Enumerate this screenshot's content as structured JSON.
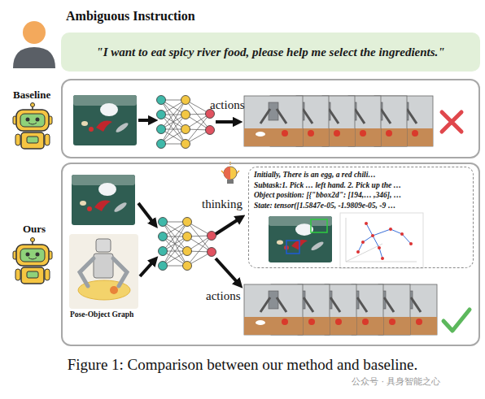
{
  "diagram": {
    "caption": "Figure 1: Comparison between our method and baseline.",
    "nodes": [
      {
        "text": [
          "Ambiguous Instruction",
          "\"I want to eat spicy river food, please help me select the ingredients.\""
        ]
      },
      {
        "text": [
          "Baseline"
        ]
      },
      {
        "text": [
          "Ours"
        ]
      },
      {
        "text": [
          "Initially, There is an egg, a red chili…",
          "Subtask:1. Pick … left hand. 2. Pick up the …",
          "Object position: [{\"bbox2d\": [194,… ,346], …",
          "State: tensor([1.5847e-05, -1.9809e-05, -9 …"
        ],
        "in": 2
      }
    ],
    "labels": [
      "actions",
      "thinking",
      "Pose-Object Graph",
      "actions",
      "公众号 · 具身智能之心"
    ]
  }
}
